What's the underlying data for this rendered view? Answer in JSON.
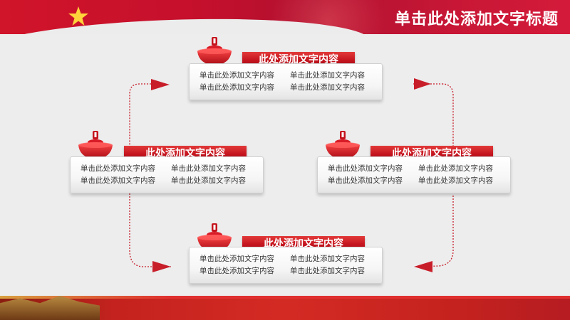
{
  "slide": {
    "title": "单击此处添加文字标题",
    "nodes": [
      {
        "heading": "此处添加文字内容",
        "lines": [
          "单击此处添加文字内容",
          "单击此处添加文字内容",
          "单击此处添加文字内容",
          "单击此处添加文字内容"
        ]
      },
      {
        "heading": "此处添加文字内容",
        "lines": [
          "单击此处添加文字内容",
          "单击此处添加文字内容",
          "单击此处添加文字内容",
          "单击此处添加文字内容"
        ]
      },
      {
        "heading": "此处添加文字内容",
        "lines": [
          "单击此处添加文字内容",
          "单击此处添加文字内容",
          "单击此处添加文字内容",
          "单击此处添加文字内容"
        ]
      },
      {
        "heading": "此处添加文字内容",
        "lines": [
          "单击此处添加文字内容",
          "单击此处添加文字内容",
          "单击此处添加文字内容",
          "单击此处添加文字内容"
        ]
      }
    ]
  },
  "colors": {
    "primary": "#c4141e",
    "background": "#ededed",
    "connector": "#c81e2a"
  },
  "icons": [
    "star-icon",
    "lantern-bowl-icon",
    "arrow-left-icon",
    "arrow-right-icon"
  ]
}
